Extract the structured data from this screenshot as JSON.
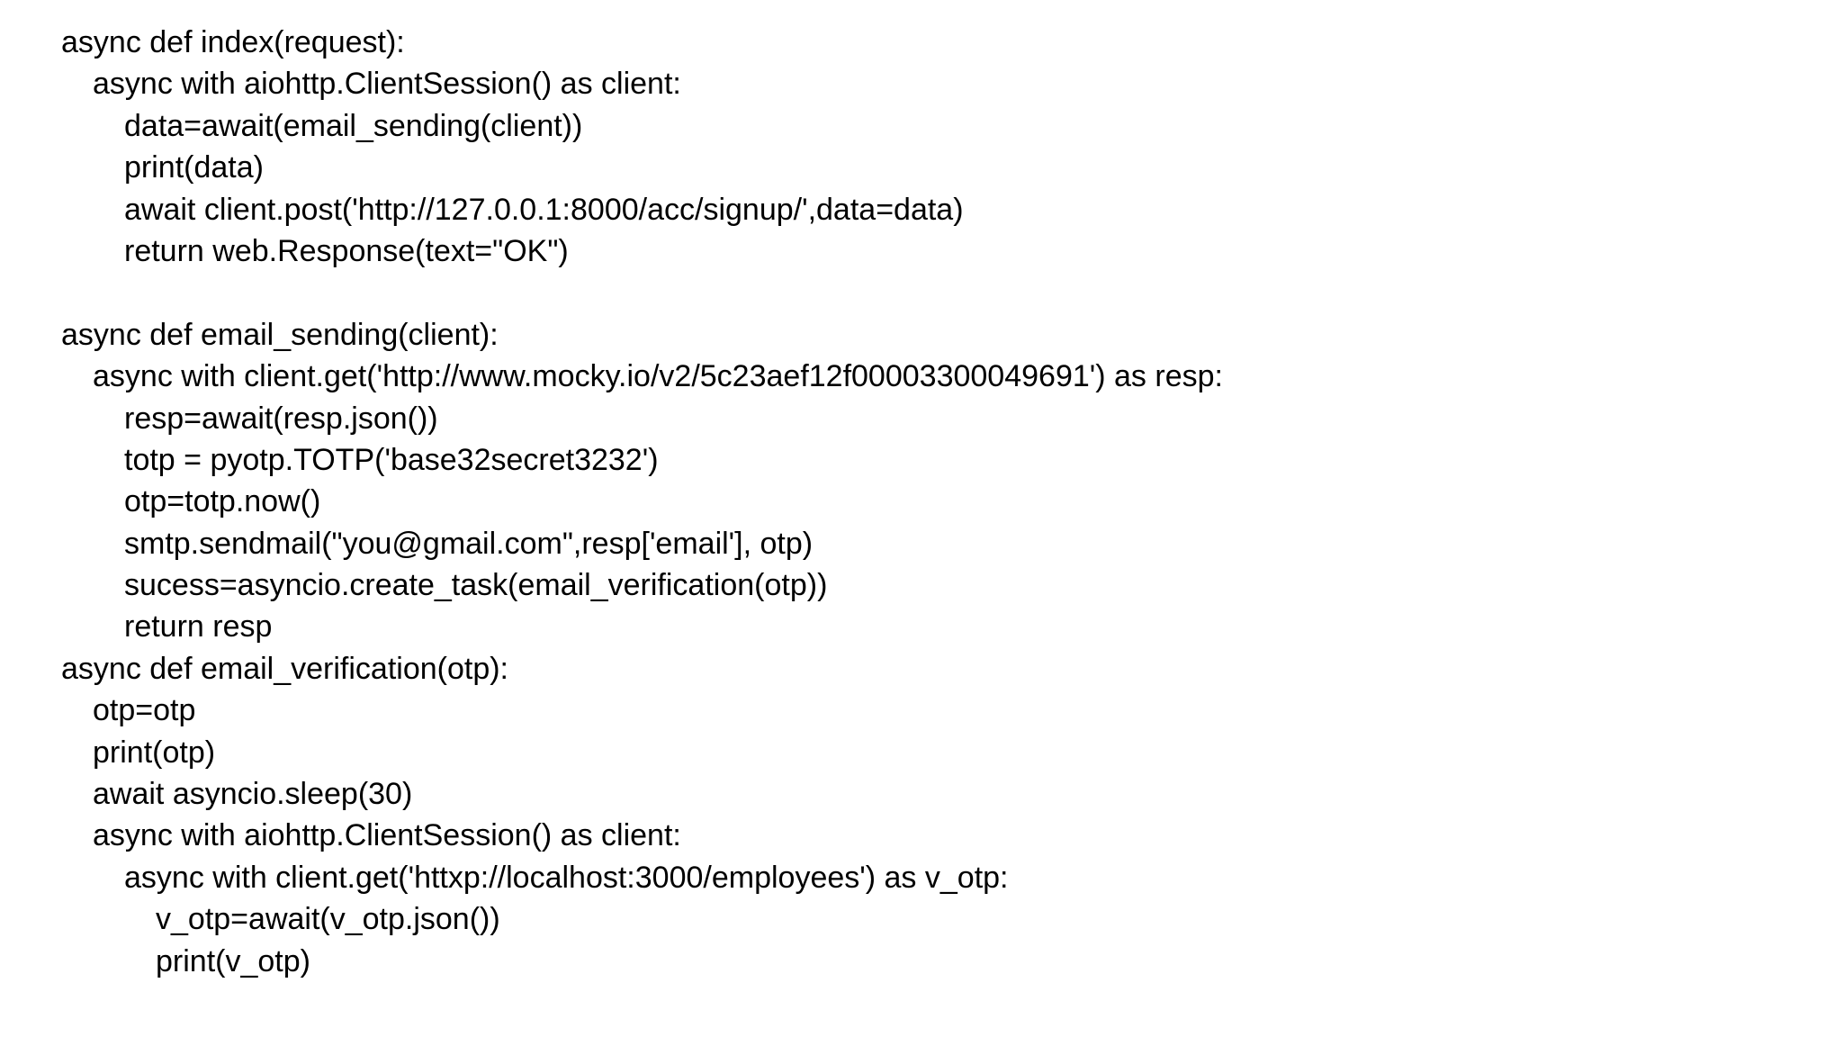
{
  "code": {
    "lines": [
      {
        "indent": 0,
        "text": "async def index(request):"
      },
      {
        "indent": 1,
        "text": "async with aiohttp.ClientSession() as client:"
      },
      {
        "indent": 2,
        "text": "data=await(email_sending(client))"
      },
      {
        "indent": 2,
        "text": "print(data)"
      },
      {
        "indent": 2,
        "text": "await client.post('http://127.0.0.1:8000/acc/signup/',data=data)"
      },
      {
        "indent": 2,
        "text": "return web.Response(text=\"OK\")"
      },
      {
        "indent": 0,
        "text": ""
      },
      {
        "indent": 0,
        "text": "async def email_sending(client):"
      },
      {
        "indent": 1,
        "text": "async with client.get('http://www.mocky.io/v2/5c23aef12f00003300049691') as resp:"
      },
      {
        "indent": 2,
        "text": "resp=await(resp.json())"
      },
      {
        "indent": 2,
        "text": "totp = pyotp.TOTP('base32secret3232')"
      },
      {
        "indent": 2,
        "text": "otp=totp.now()"
      },
      {
        "indent": 2,
        "text": "smtp.sendmail(\"you@gmail.com\",resp['email'], otp)"
      },
      {
        "indent": 2,
        "text": "sucess=asyncio.create_task(email_verification(otp))"
      },
      {
        "indent": 2,
        "text": "return resp"
      },
      {
        "indent": 0,
        "text": "async def email_verification(otp):"
      },
      {
        "indent": 1,
        "text": "otp=otp"
      },
      {
        "indent": 1,
        "text": "print(otp)"
      },
      {
        "indent": 1,
        "text": "await asyncio.sleep(30)"
      },
      {
        "indent": 1,
        "text": "async with aiohttp.ClientSession() as client:"
      },
      {
        "indent": 2,
        "text": "async with client.get('httxp://localhost:3000/employees') as v_otp:"
      },
      {
        "indent": 3,
        "text": "v_otp=await(v_otp.json())"
      },
      {
        "indent": 3,
        "text": "print(v_otp)"
      }
    ]
  }
}
